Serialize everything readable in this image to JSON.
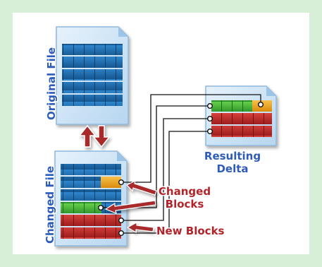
{
  "labels": {
    "original_file": "Original File",
    "changed_file": "Changed File",
    "resulting_delta_line1": "Resulting",
    "resulting_delta_line2": "Delta",
    "changed_blocks_line1": "Changed",
    "changed_blocks_line2": "Blocks",
    "new_blocks": "New Blocks"
  },
  "colors": {
    "background": "#d7efd7",
    "document": "#cde4f6",
    "block_blue": "#1f6fb5",
    "block_orange": "#f0a21a",
    "block_green": "#3fae3a",
    "block_red": "#c02a2a",
    "label_blue": "#2e5cb8",
    "label_red": "#b3242a",
    "arrow_red": "#a82a2a",
    "connector": "#111111"
  },
  "icons": {
    "sync_arrows": "up-down-arrows-icon",
    "pointer_arrows": "red-arrow-icon"
  }
}
